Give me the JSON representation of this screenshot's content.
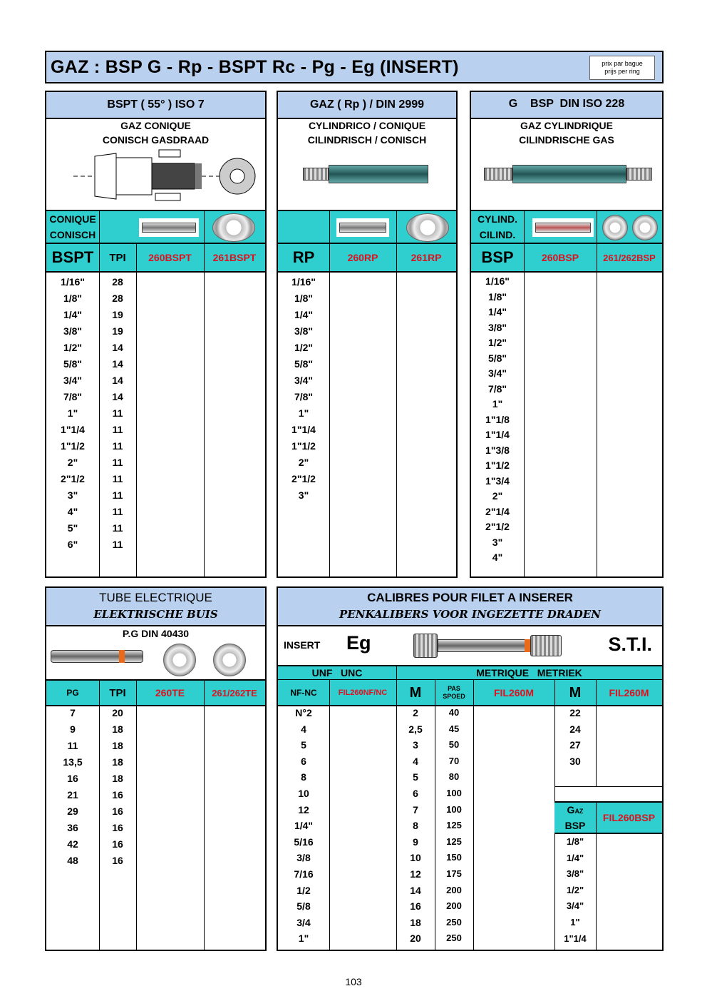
{
  "title": "GAZ  :  BSP G - Rp - BSPT Rc - Pg - Eg (INSERT)",
  "price_note": [
    "prix par bague",
    "prijs per ring"
  ],
  "bspt": {
    "header": "BSPT  ( 55° )  ISO 7",
    "sub1": "GAZ CONIQUE",
    "sub2": "CONISCH GASDRAAD",
    "type1": "CONIQUE",
    "type2": "CONISCH",
    "h1": "BSPT",
    "h2": "TPI",
    "h3": "260BSPT",
    "h4": "261BSPT",
    "sizes": [
      "1/16\"",
      "1/8\"",
      "1/4\"",
      "3/8\"",
      "1/2\"",
      "5/8\"",
      "3/4\"",
      "7/8\"",
      "1\"",
      "1\"1/4",
      "1\"1/2",
      "2\"",
      "2\"1/2",
      "3\"",
      "4\"",
      "5\"",
      "6\""
    ],
    "tpi": [
      "28",
      "28",
      "19",
      "19",
      "14",
      "14",
      "14",
      "14",
      "11",
      "11",
      "11",
      "11",
      "11",
      "11",
      "11",
      "11",
      "11"
    ]
  },
  "rp": {
    "header": "GAZ ( Rp ) / DIN 2999",
    "sub1": "CYLINDRICO / CONIQUE",
    "sub2": "CILINDRISCH / CONISCH",
    "h1": "RP",
    "h3": "260RP",
    "h4": "261RP",
    "sizes": [
      "1/16\"",
      "1/8\"",
      "1/4\"",
      "3/8\"",
      "1/2\"",
      "5/8\"",
      "3/4\"",
      "7/8\"",
      "1\"",
      "1\"1/4",
      "1\"1/2",
      "2\"",
      "2\"1/2",
      "3\""
    ]
  },
  "bsp": {
    "header": "G    BSP  DIN ISO 228",
    "sub1": "GAZ CYLINDRIQUE",
    "sub2": "CILINDRISCHE GAS",
    "type1": "CYLIND.",
    "type2": "CILIND.",
    "h1": "BSP",
    "h3": "260BSP",
    "h4": "261/262BSP",
    "sizes": [
      "1/16\"",
      "1/8\"",
      "1/4\"",
      "3/8\"",
      "1/2\"",
      "5/8\"",
      "3/4\"",
      "7/8\"",
      "1\"",
      "1\"1/8",
      "1\"1/4",
      "1\"3/8",
      "1\"1/2",
      "1\"3/4",
      "2\"",
      "2\"1/4",
      "2\"1/2",
      "3\"",
      "4\""
    ]
  },
  "te": {
    "header": "TUBE ELECTRIQUE",
    "header2": "ELEKTRISCHE BUIS",
    "sub": "P.G DIN 40430",
    "h1": "PG",
    "h2": "TPI",
    "h3": "260TE",
    "h4": "261/262TE",
    "sizes": [
      "7",
      "9",
      "11",
      "13,5",
      "16",
      "21",
      "29",
      "36",
      "42",
      "48"
    ],
    "tpi": [
      "20",
      "18",
      "18",
      "18",
      "18",
      "16",
      "16",
      "16",
      "16",
      "16"
    ]
  },
  "insert": {
    "header": "CALIBRES POUR FILET A INSERER",
    "header2": "PENKALIBERS VOOR INGEZETTE DRADEN",
    "label": "INSERT",
    "eg": "Eg",
    "sti": "S.T.I.",
    "unf": "UNF   UNC",
    "metric": "METRIQUE   METRIEK",
    "h_nf": "NF-NC",
    "h_fnf": "FIL260NF/NC",
    "h_m": "M",
    "h_pas1": "PAS",
    "h_pas2": "SPOED",
    "h_fm": "FIL260M",
    "h_m2": "M",
    "h_fm2": "FIL260M",
    "nf": [
      "N°2",
      "4",
      "5",
      "6",
      "8",
      "10",
      "12",
      "1/4\"",
      "5/16",
      "3/8",
      "7/16",
      "1/2",
      "5/8",
      "3/4",
      "1\""
    ],
    "m": [
      "2",
      "2,5",
      "3",
      "4",
      "5",
      "6",
      "7",
      "8",
      "9",
      "10",
      "12",
      "14",
      "16",
      "18",
      "20"
    ],
    "pas": [
      "40",
      "45",
      "50",
      "70",
      "80",
      "100",
      "100",
      "125",
      "125",
      "150",
      "175",
      "200",
      "200",
      "250",
      "250"
    ],
    "m2": [
      "22",
      "24",
      "27",
      "30"
    ],
    "gaz1": "G",
    "gaz1s": "AZ",
    "gaz2": "BSP",
    "fbsp": "FIL260BSP",
    "bsp": [
      "1/8\"",
      "1/4\"",
      "3/8\"",
      "1/2\"",
      "3/4\"",
      "1\"",
      "1\"1/4"
    ]
  },
  "page": "103"
}
